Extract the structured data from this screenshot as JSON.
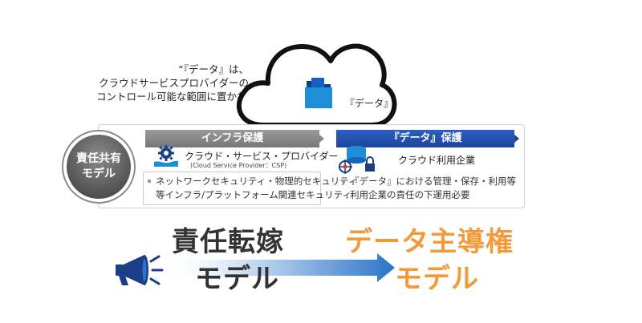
{
  "quote": {
    "line1": "“『データ』は、",
    "line2": "クラウドサービスプロバイダーの",
    "line3": "コントロール可能な範囲に置かれていない”"
  },
  "cloud": {
    "label": "『データ』"
  },
  "circle": {
    "line1": "責任共有",
    "line2": "モデル"
  },
  "infra": {
    "header": "インフラ保護",
    "provider": "クラウド・サービス・プロバイダー",
    "provider_en": "(Cloud Service Provider：CSP)",
    "desc1": "ネットワークセキュリティ・物理的セキュリティ",
    "desc2": "等インフラ/プラットフォーム関連セキュリティ"
  },
  "data_protection": {
    "header": "『データ』保護",
    "owner": "クラウド利用企業",
    "desc1": "『データ』における管理・保存・利用等",
    "desc2": "利用企業の責任の下運用必要"
  },
  "transition": {
    "from_line1": "責任転嫁",
    "from_line2": "モデル",
    "to_line1": "データ主導権",
    "to_line2": "モデル"
  },
  "colors": {
    "infra_header": "#888888",
    "data_header": "#1f4aa5",
    "icon_blue": "#1e8fd6",
    "to_text": "#f29a3a",
    "arrow": "#2a74c9"
  }
}
